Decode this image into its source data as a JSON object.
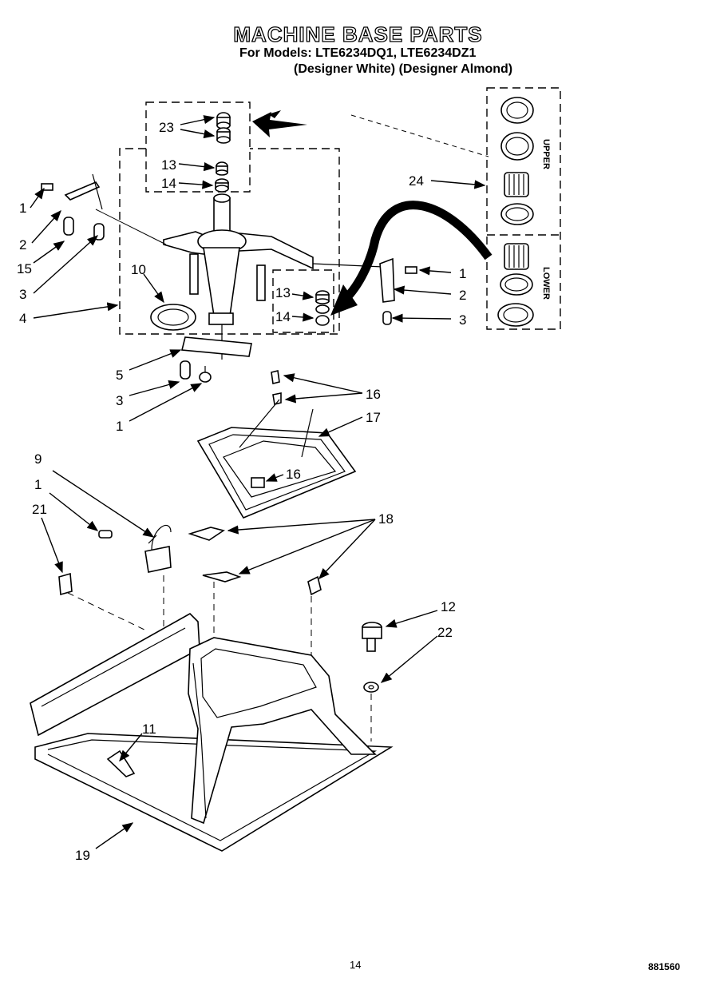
{
  "title": "MACHINE BASE PARTS",
  "subtitle_models": "For Models: LTE6234DQ1, LTE6234DZ1",
  "subtitle_colors": "(Designer White) (Designer Almond)",
  "page_number": "14",
  "drawing_code": "881560",
  "kit_labels": {
    "upper": "UPPER",
    "lower": "LOWER"
  },
  "callouts": {
    "c23": "23",
    "c13a": "13",
    "c14a": "14",
    "c24": "24",
    "c1a": "1",
    "c2a": "2",
    "c15": "15",
    "c3a": "3",
    "c4": "4",
    "c10": "10",
    "c13b": "13",
    "c14b": "14",
    "c1b": "1",
    "c2b": "2",
    "c3b": "3",
    "c5": "5",
    "c3c": "3",
    "c1c": "1",
    "c16a": "16",
    "c17": "17",
    "c16b": "16",
    "c9": "9",
    "c1d": "1",
    "c21": "21",
    "c18": "18",
    "c12": "12",
    "c22": "22",
    "c11": "11",
    "c19": "19"
  }
}
